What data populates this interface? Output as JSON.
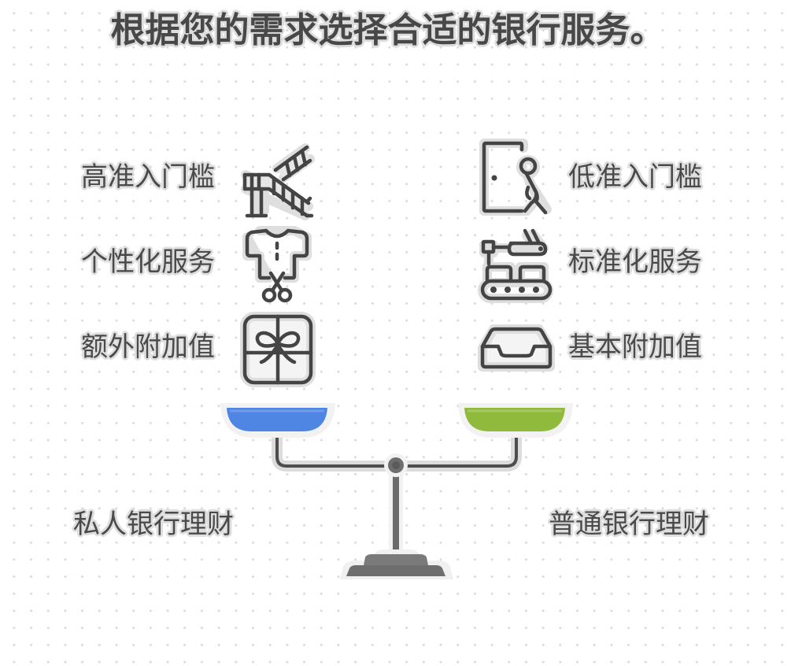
{
  "title": "根据您的需求选择合适的银行服务。",
  "left": {
    "name": "私人银行理财",
    "pan_color": "#4f86e3",
    "features": [
      {
        "label": "高准入门槛",
        "icon": "staircase-icon"
      },
      {
        "label": "个性化服务",
        "icon": "tailored-shirt-scissors-icon"
      },
      {
        "label": "额外附加值",
        "icon": "gift-box-icon"
      }
    ]
  },
  "right": {
    "name": "普通银行理财",
    "pan_color": "#8fba3c",
    "features": [
      {
        "label": "低准入门槛",
        "icon": "person-entering-door-icon"
      },
      {
        "label": "标准化服务",
        "icon": "conveyor-robot-arm-icon"
      },
      {
        "label": "基本附加值",
        "icon": "inbox-tray-icon"
      }
    ]
  },
  "colors": {
    "text": "#4a4a4a",
    "stroke": "#444444",
    "beam": "#4d4d4d",
    "base": "#707070"
  }
}
